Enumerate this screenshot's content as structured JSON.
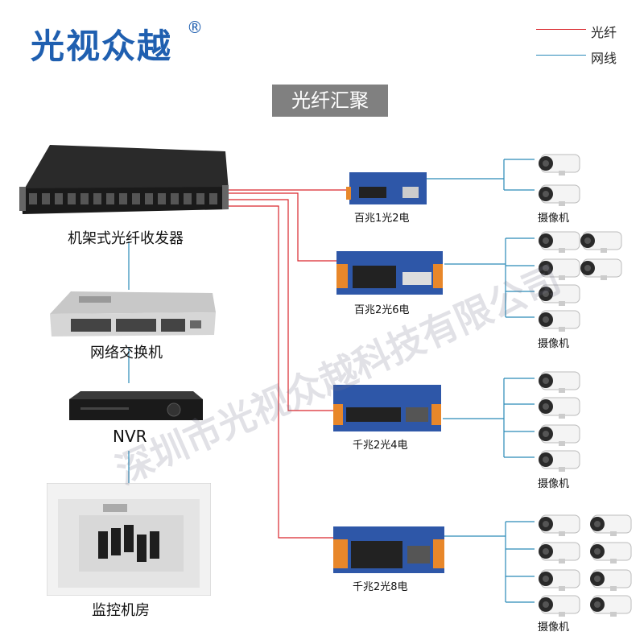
{
  "brand": {
    "name": "光视众越",
    "reg_mark": "®"
  },
  "legend": {
    "fiber": {
      "label": "光纤",
      "color": "#d9262c"
    },
    "cable": {
      "label": "网线",
      "color": "#2a8ab8"
    }
  },
  "title": "光纤汇聚",
  "devices": {
    "rack": "机架式光纤收发器",
    "switch": "网络交换机",
    "nvr": "NVR",
    "room": "监控机房",
    "t1": "百兆1光2电",
    "t2": "百兆2光6电",
    "t3": "千兆2光4电",
    "t4": "千兆2光8电"
  },
  "camera_label": "摄像机",
  "watermark": "深圳市光视众越科技有限公司",
  "colors": {
    "transceiver_blue": "#2e57a8",
    "port_orange": "#e8872a",
    "device_dark": "#1c1c1c"
  }
}
